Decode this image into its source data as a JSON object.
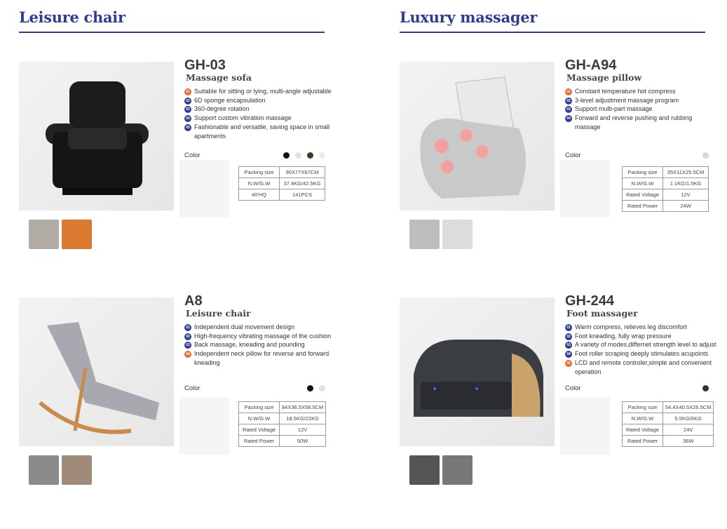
{
  "sections": [
    {
      "title": "Leisure chair"
    },
    {
      "title": "Luxury massager"
    }
  ],
  "colors": {
    "accent": "#2f3c8f",
    "orange": "#e8692f"
  },
  "products": [
    {
      "model": "GH-03",
      "subtitle": "Massage sofa",
      "features": [
        {
          "num": "01",
          "text": "Suitable for sitting or lying, multi-angle adjustable",
          "badge": "orange"
        },
        {
          "num": "02",
          "text": "6D sponge encapsulation",
          "badge": "navy"
        },
        {
          "num": "03",
          "text": "360-degree rotation",
          "badge": "navy"
        },
        {
          "num": "04",
          "text": "Support custom vibration massage",
          "badge": "navy"
        },
        {
          "num": "05",
          "text": "Fashionable and versatile, saving space in small apartments",
          "badge": "navy"
        }
      ],
      "color_label": "Color",
      "swatches": [
        "#111111",
        "#e2e2e2",
        "#4a3422",
        "#f3ebdd"
      ],
      "specs": [
        [
          "Packing size",
          "90X77X67CM"
        ],
        [
          "N.W/G.W",
          "37.4KG/42.5KG"
        ],
        [
          "40'HQ",
          "141PCS"
        ]
      ]
    },
    {
      "model": "GH-A94",
      "subtitle": "Massage pillow",
      "features": [
        {
          "num": "01",
          "text": "Constant temperature hot compress",
          "badge": "orange"
        },
        {
          "num": "02",
          "text": "3-level adjustment massage program",
          "badge": "navy"
        },
        {
          "num": "03",
          "text": "Support multi-part massage",
          "badge": "navy"
        },
        {
          "num": "04",
          "text": "Forward and reverse pushing and rubbing massage",
          "badge": "navy"
        }
      ],
      "color_label": "Color",
      "swatches": [
        "#d8d8d8"
      ],
      "specs": [
        [
          "Packing size",
          "35X11X25.5CM"
        ],
        [
          "N.W/G.W",
          "1.1KG/1.5KG"
        ],
        [
          "Rated Voltage",
          "12V"
        ],
        [
          "Rated Power",
          "24W"
        ]
      ]
    },
    {
      "model": "A8",
      "subtitle": "Leisure chair",
      "features": [
        {
          "num": "01",
          "text": "Independent dual movement design",
          "badge": "navy"
        },
        {
          "num": "02",
          "text": "High-frequency vibrating massage of the cushion",
          "badge": "navy"
        },
        {
          "num": "03",
          "text": "Back massage, kneading and pounding",
          "badge": "navy"
        },
        {
          "num": "04",
          "text": "Independent neck pillow for reverse and forward kneading",
          "badge": "orange"
        }
      ],
      "color_label": "Color",
      "swatches": [
        "#111111",
        "#e2e2e2"
      ],
      "specs": [
        [
          "Packing size",
          "84X36.5X58.5CM"
        ],
        [
          "N.W/G.W",
          "18.5KG/22KG"
        ],
        [
          "Rated Voltage",
          "12V"
        ],
        [
          "Rated Power",
          "50W"
        ]
      ]
    },
    {
      "model": "GH-244",
      "subtitle": "Foot massager",
      "features": [
        {
          "num": "01",
          "text": "Warm compress, relieves leg discomfort",
          "badge": "navy"
        },
        {
          "num": "02",
          "text": "Foot kneading, fully wrap pressure",
          "badge": "navy"
        },
        {
          "num": "03",
          "text": "A variety of modes,differnet strength level to adjust",
          "badge": "navy"
        },
        {
          "num": "04",
          "text": "Foot roller scraping deeply stimulates acupoints",
          "badge": "navy"
        },
        {
          "num": "05",
          "text": "LCD and remote controler,simple and convenient operation",
          "badge": "orange"
        }
      ],
      "color_label": "Color",
      "swatches": [
        "#333333"
      ],
      "specs": [
        [
          "Packing size",
          "54.4X40.5X26.5CM"
        ],
        [
          "N.W/G.W",
          "5.5KG/6KG"
        ],
        [
          "Rated Voltage",
          "24V"
        ],
        [
          "Rated Power",
          "36W"
        ]
      ]
    }
  ]
}
